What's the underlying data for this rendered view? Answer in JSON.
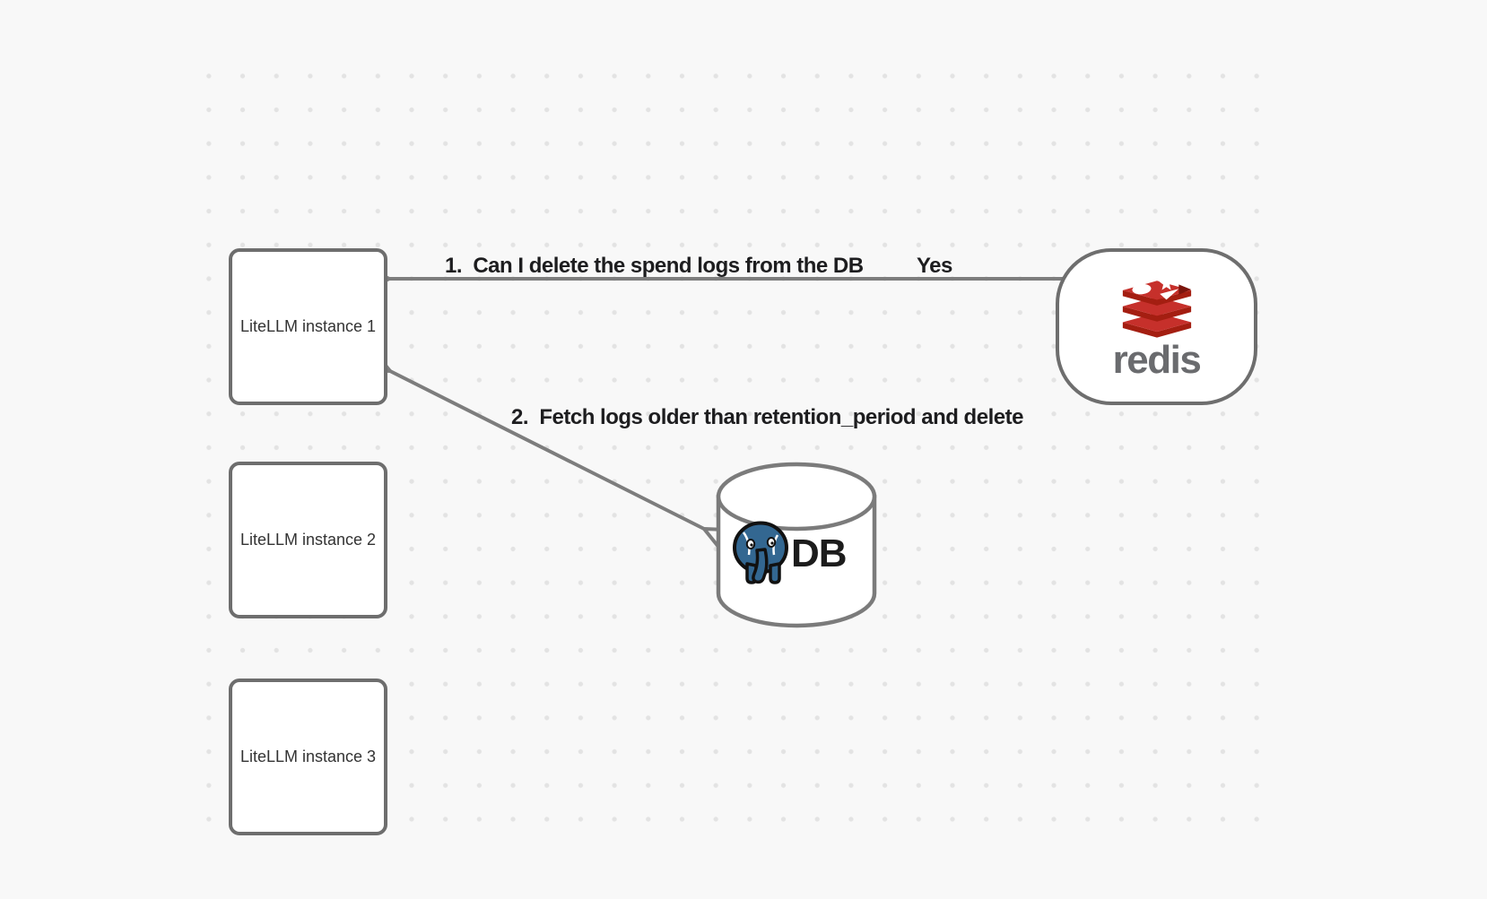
{
  "nodes": {
    "litellm_instances": [
      {
        "label": "LiteLLM instance 1"
      },
      {
        "label": "LiteLLM instance 2"
      },
      {
        "label": "LiteLLM instance 3"
      }
    ],
    "redis": {
      "wordmark": "redis",
      "icon": "redis-stack-icon"
    },
    "database": {
      "label": "DB",
      "icon": "postgresql-elephant-icon"
    }
  },
  "arrows": [
    {
      "step": "1.  Can I delete the spend logs from the DB",
      "response": "Yes",
      "from": "litellm-instance-1",
      "to": "redis",
      "heads": "both"
    },
    {
      "step": "2.  Fetch logs older than retention_period and delete",
      "from": "litellm-instance-1",
      "to": "database",
      "heads": "both"
    }
  ],
  "colors": {
    "background": "#f8f8f8",
    "grid_dot": "#e3e3e3",
    "shape_border": "#6e6e6e",
    "arrow": "#7d7d7d",
    "label_text": "#1d1d1f",
    "node_text": "#333333",
    "redis_red": "#C6302B",
    "redis_dark_red": "#A41E11",
    "redis_wordmark_gray": "#6a6b6e",
    "postgres_blue": "#336791"
  }
}
